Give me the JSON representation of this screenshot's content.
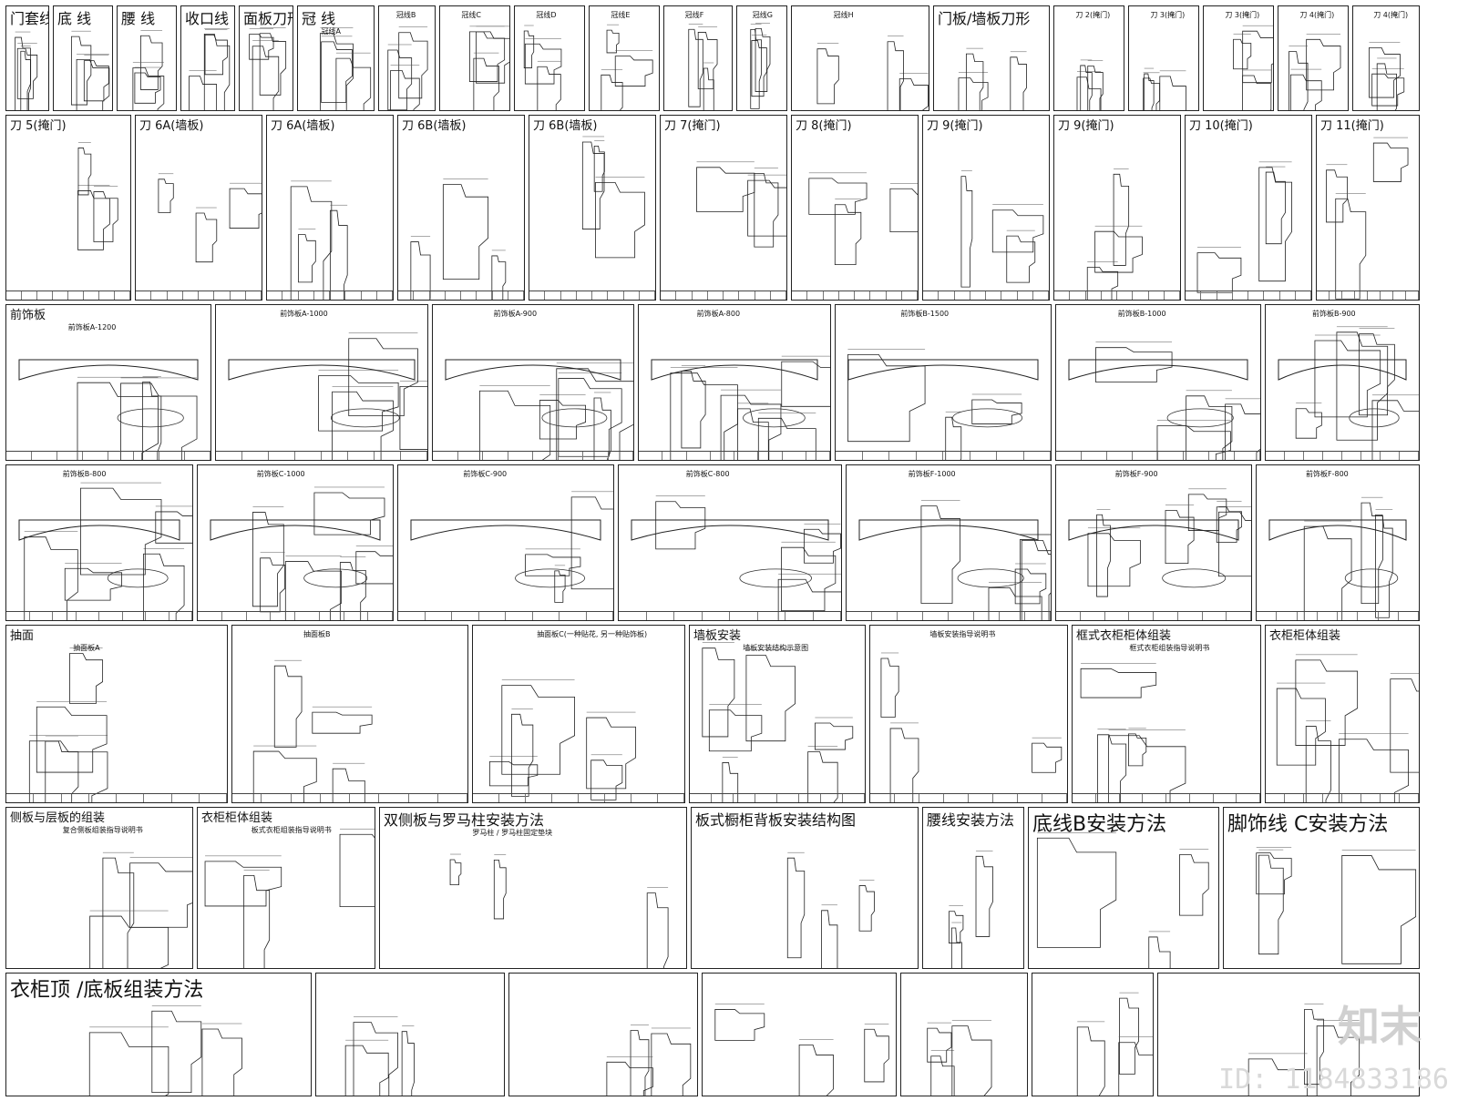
{
  "rows": [
    [
      {
        "title": "门套线",
        "sub": "",
        "size": "lg"
      },
      {
        "title": "底 线",
        "sub": "",
        "size": "lg"
      },
      {
        "title": "腰 线",
        "sub": "",
        "size": "lg"
      },
      {
        "title": "收口线",
        "sub": "",
        "size": "lg"
      },
      {
        "title": "面板刀形",
        "sub": "",
        "size": "lg"
      },
      {
        "title": "冠 线",
        "sub": "冠线A",
        "size": "lg"
      },
      {
        "title": "",
        "sub": "冠线B",
        "size": "sm"
      },
      {
        "title": "",
        "sub": "冠线C",
        "size": "sm"
      },
      {
        "title": "",
        "sub": "冠线D",
        "size": "sm"
      },
      {
        "title": "",
        "sub": "冠线E",
        "size": "sm"
      },
      {
        "title": "",
        "sub": "冠线F",
        "size": "sm"
      },
      {
        "title": "",
        "sub": "冠线G",
        "size": "sm"
      },
      {
        "title": "",
        "sub": "冠线H",
        "size": "sm"
      },
      {
        "title": "门板/墙板刀形",
        "sub": "",
        "size": "lg"
      },
      {
        "title": "",
        "sub": "刀 2(掩门)",
        "size": "sm"
      },
      {
        "title": "",
        "sub": "刀 3(掩门)",
        "size": "sm"
      },
      {
        "title": "",
        "sub": "刀 3(掩门)",
        "size": "sm"
      },
      {
        "title": "",
        "sub": "刀 4(掩门)",
        "size": "sm"
      },
      {
        "title": "",
        "sub": "刀 4(掩门)",
        "size": "sm"
      }
    ],
    [
      {
        "title": "刀 5(掩门)",
        "sub": "",
        "size": "md"
      },
      {
        "title": "刀 6A(墙板)",
        "sub": "",
        "size": "md"
      },
      {
        "title": "刀 6A(墙板)",
        "sub": "",
        "size": "md"
      },
      {
        "title": "刀 6B(墙板)",
        "sub": "",
        "size": "md"
      },
      {
        "title": "刀 6B(墙板)",
        "sub": "",
        "size": "md"
      },
      {
        "title": "刀 7(掩门)",
        "sub": "",
        "size": "md"
      },
      {
        "title": "刀 8(掩门)",
        "sub": "",
        "size": "md"
      },
      {
        "title": "刀 9(掩门)",
        "sub": "",
        "size": "md"
      },
      {
        "title": "刀 9(掩门)",
        "sub": "",
        "size": "md"
      },
      {
        "title": "刀 10(掩门)",
        "sub": "",
        "size": "md"
      },
      {
        "title": "刀 11(掩门)",
        "sub": "",
        "size": "md"
      }
    ],
    [
      {
        "title": "前饰板",
        "sub": "前饰板A-1200",
        "size": "md"
      },
      {
        "title": "",
        "sub": "前饰板A-1000",
        "size": "sm"
      },
      {
        "title": "",
        "sub": "前饰板A-900",
        "size": "sm"
      },
      {
        "title": "",
        "sub": "前饰板A-800",
        "size": "sm"
      },
      {
        "title": "",
        "sub": "前饰板B-1500",
        "size": "sm"
      },
      {
        "title": "",
        "sub": "前饰板B-1000",
        "size": "sm"
      },
      {
        "title": "",
        "sub": "前饰板B-900",
        "size": "sm"
      }
    ],
    [
      {
        "title": "",
        "sub": "前饰板B-800",
        "size": "sm"
      },
      {
        "title": "",
        "sub": "前饰板C-1000",
        "size": "sm"
      },
      {
        "title": "",
        "sub": "前饰板C-900",
        "size": "sm"
      },
      {
        "title": "",
        "sub": "前饰板C-800",
        "size": "sm"
      },
      {
        "title": "",
        "sub": "前饰板F-1000",
        "size": "sm"
      },
      {
        "title": "",
        "sub": "前饰板F-900",
        "size": "sm"
      },
      {
        "title": "",
        "sub": "前饰板F-800",
        "size": "sm"
      }
    ],
    [
      {
        "title": "抽面",
        "sub": "抽面板A",
        "size": "md"
      },
      {
        "title": "",
        "sub": "抽面板B",
        "size": "sm"
      },
      {
        "title": "",
        "sub": "抽面板C(一种贴花, 另一种贴饰板)",
        "size": "sm"
      },
      {
        "title": "墙板安装",
        "sub": "墙板安装结构示意图",
        "size": "md"
      },
      {
        "title": "",
        "sub": "墙板安装指导说明书",
        "size": "sm"
      },
      {
        "title": "框式衣柜柜体组装",
        "sub": "框式衣柜组装指导说明书",
        "size": "md"
      },
      {
        "title": "衣柜柜体组装",
        "sub": "",
        "size": "md"
      }
    ],
    [
      {
        "title": "侧板与层板的组装",
        "sub": "复合侧板组装指导说明书",
        "size": "md"
      },
      {
        "title": "衣柜柜体组装",
        "sub": "板式衣柜组装指导说明书",
        "size": "md"
      },
      {
        "title": "双侧板与罗马柱安装方法",
        "sub": "罗马柱 / 罗马柱固定垫块",
        "size": "lg"
      },
      {
        "title": "板式橱柜背板安装结构图",
        "sub": "",
        "size": "lg"
      },
      {
        "title": "腰线安装方法",
        "sub": "",
        "size": "lg"
      },
      {
        "title": "底线B安装方法",
        "sub": "",
        "size": "xl"
      },
      {
        "title": "脚饰线 C安装方法",
        "sub": "",
        "size": "xl"
      }
    ],
    [
      {
        "title": "衣柜顶 /底板组装方法",
        "sub": "",
        "size": "xl"
      },
      {
        "title": "",
        "sub": "",
        "size": "sm"
      },
      {
        "title": "",
        "sub": "",
        "size": "sm"
      },
      {
        "title": "",
        "sub": "",
        "size": "sm"
      },
      {
        "title": "",
        "sub": "",
        "size": "sm"
      },
      {
        "title": "",
        "sub": "",
        "size": "sm"
      },
      {
        "title": "",
        "sub": "",
        "size": "sm"
      }
    ]
  ],
  "watermark": "ID: 1184833186",
  "logo": "知末"
}
